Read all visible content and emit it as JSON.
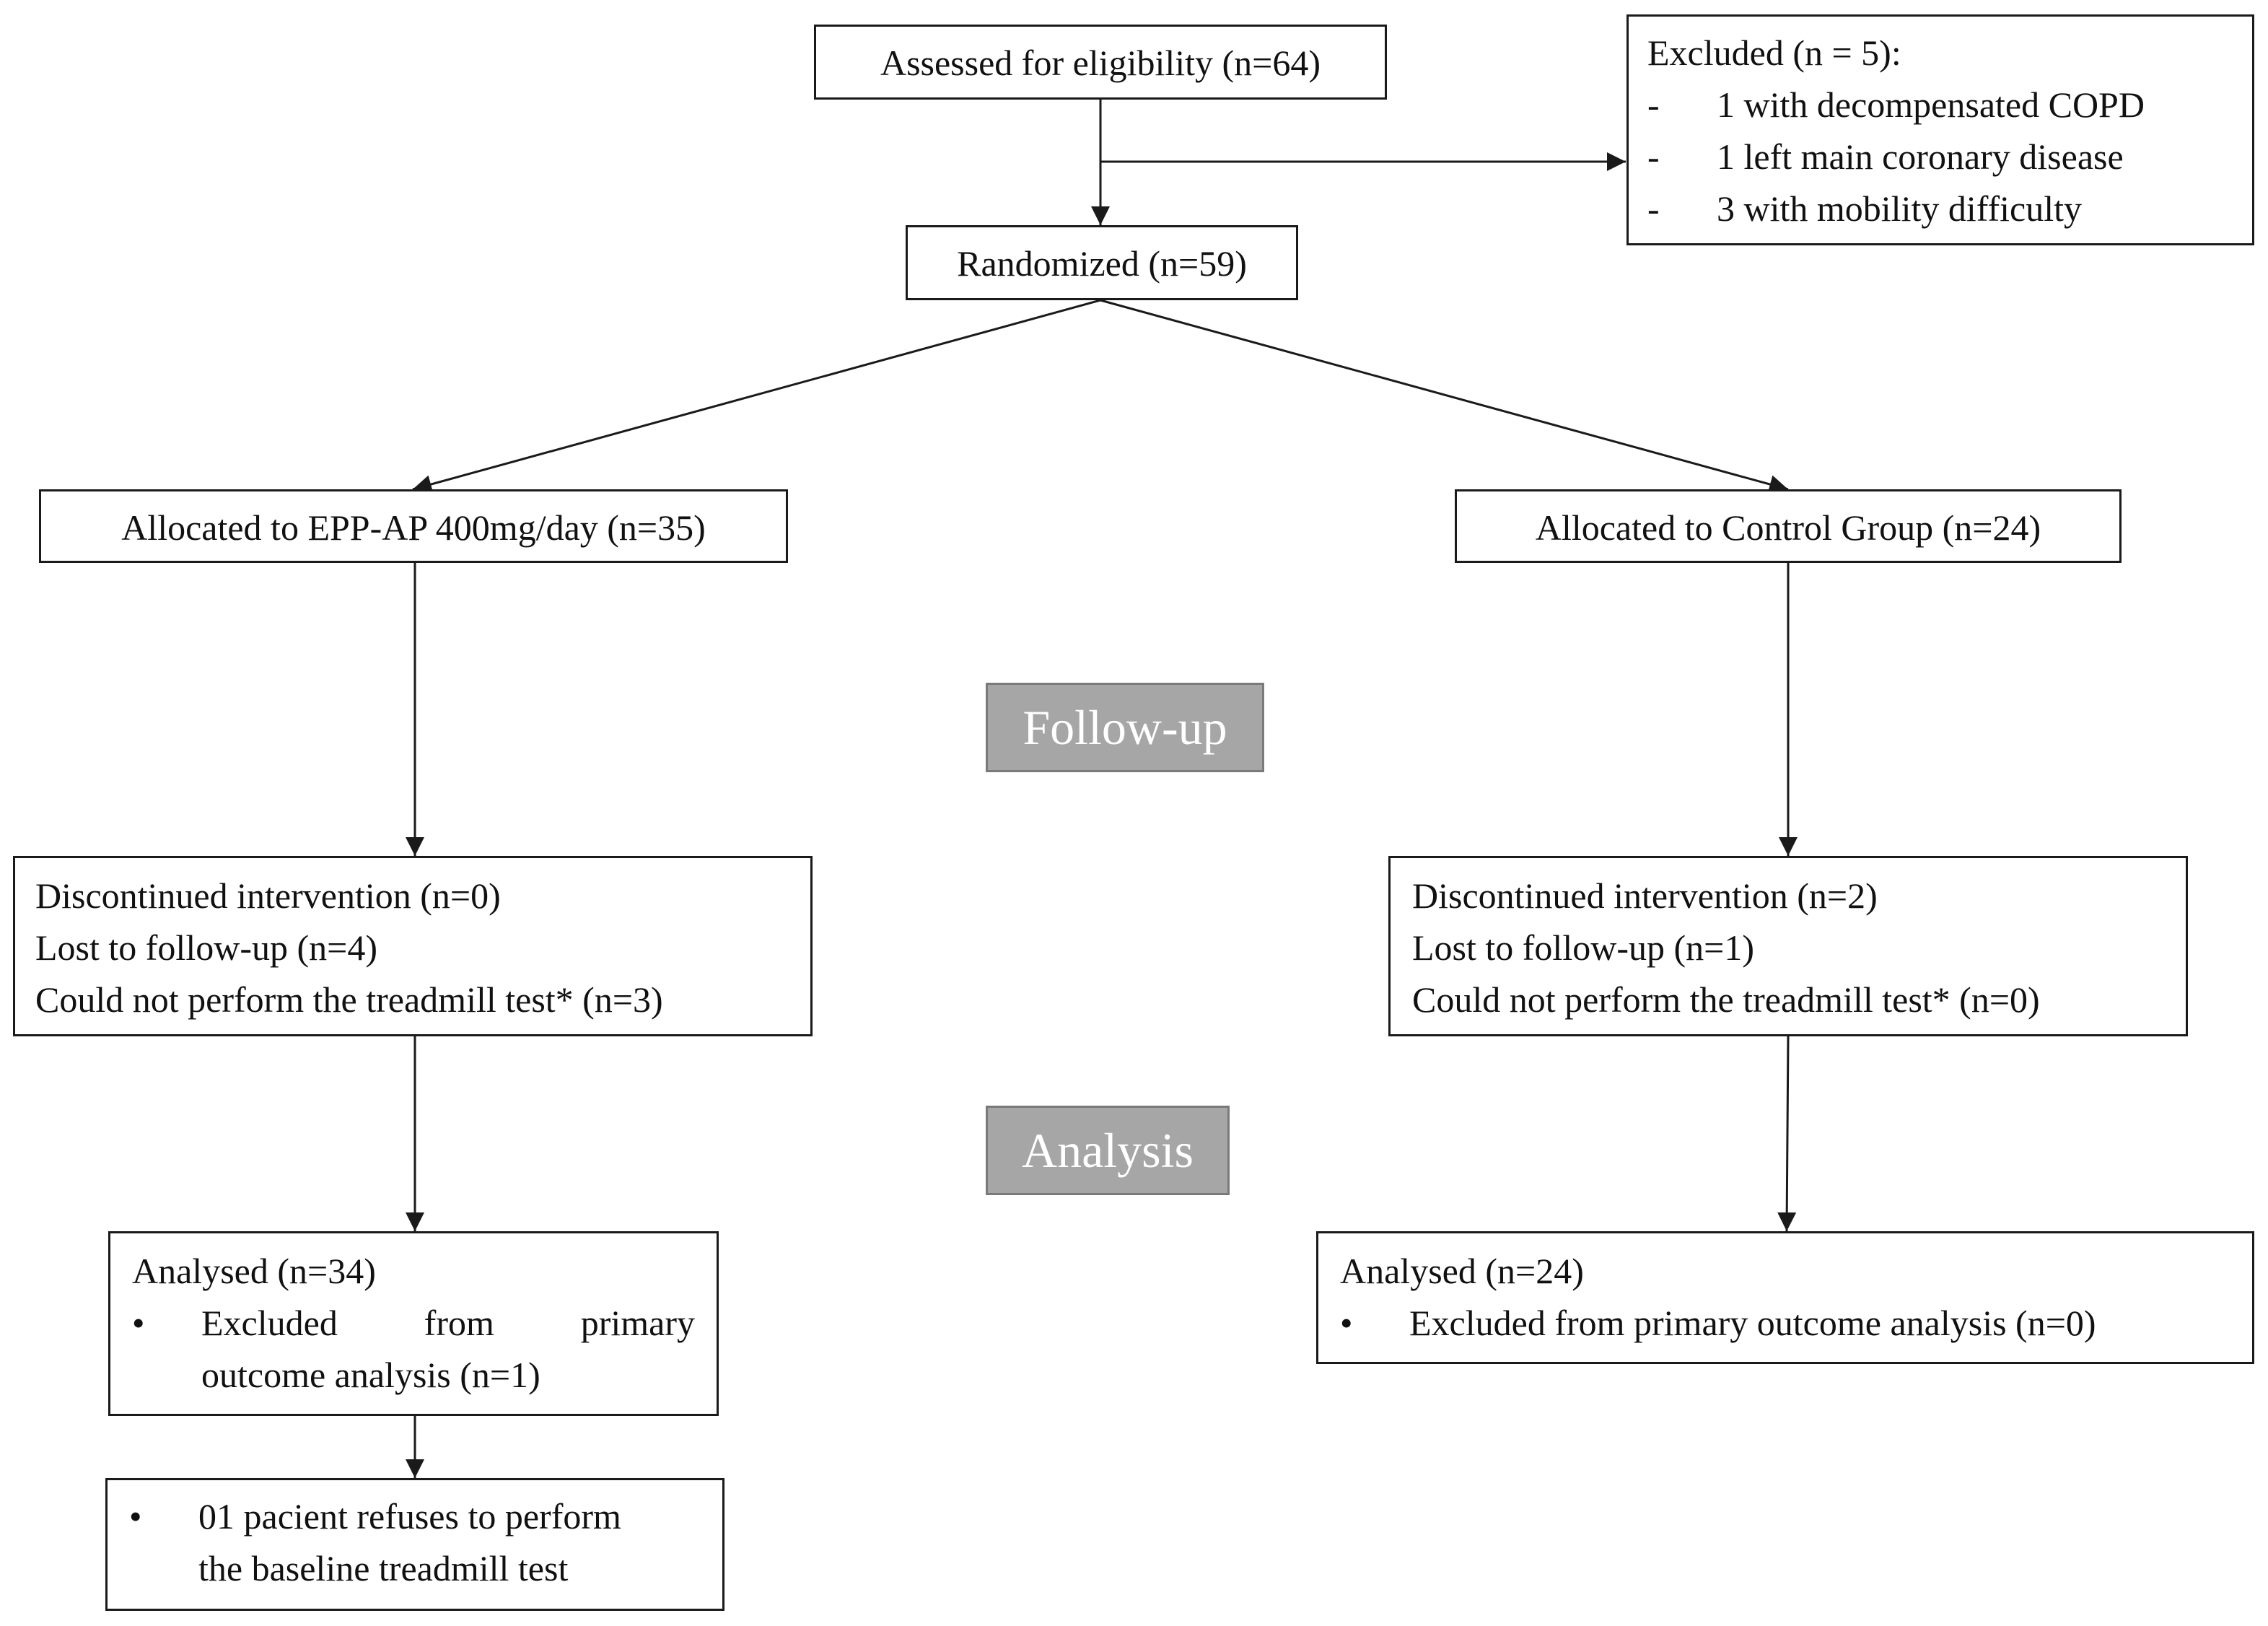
{
  "assessed": "Assessed for eligibility (n=64)",
  "excluded": {
    "title": "Excluded (n = 5):",
    "marker": "-",
    "items": [
      "1 with decompensated COPD",
      "1 left main coronary disease",
      "3 with mobility difficulty"
    ]
  },
  "randomized": "Randomized (n=59)",
  "allocated_epp": "Allocated to EPP-AP 400mg/day (n=35)",
  "allocated_control": "Allocated to Control Group (n=24)",
  "banner_followup": "Follow-up",
  "banner_analysis": "Analysis",
  "followup_epp": [
    "Discontinued intervention (n=0)",
    "Lost to follow-up (n=4)",
    "Could not perform the treadmill test* (n=3)"
  ],
  "followup_control": [
    "Discontinued intervention (n=2)",
    "Lost to follow-up (n=1)",
    "Could not perform the treadmill test* (n=0)"
  ],
  "bullet": "•",
  "analysed_epp": {
    "title": "Analysed (n=34)",
    "bullet_line1": [
      "Excluded",
      "from",
      "primary"
    ],
    "bullet_line2": "outcome analysis (n=1)"
  },
  "analysed_control": {
    "title": "Analysed (n=24)",
    "bullet_text": "Excluded from primary outcome analysis (n=0)"
  },
  "refusal": {
    "line1": "01 pacient refuses to perform",
    "line2": "the baseline treadmill test"
  }
}
